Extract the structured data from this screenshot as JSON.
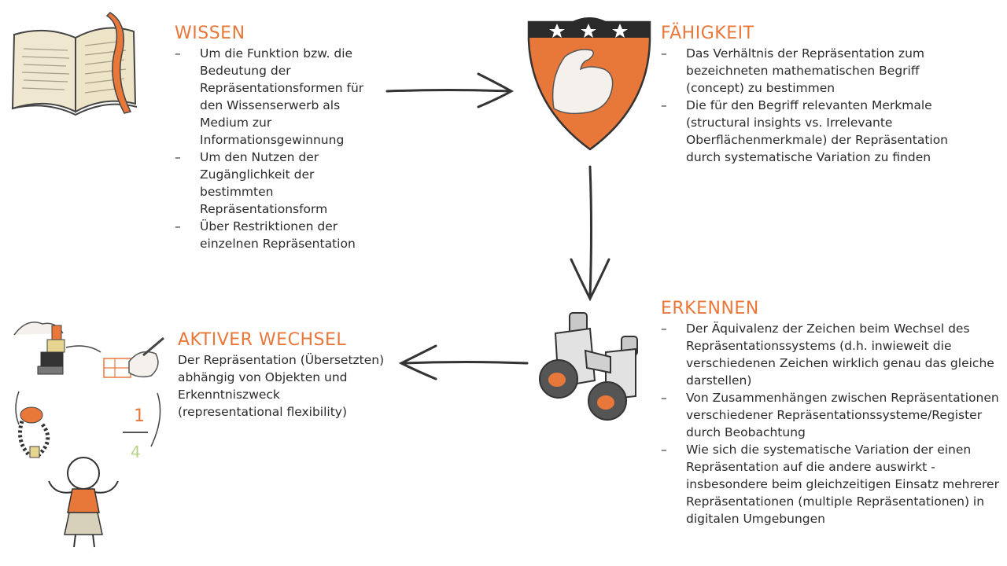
{
  "wissen": {
    "title": "WISSEN",
    "items": [
      "Um die Funktion bzw. die Bedeutung der Repräsentationsformen für den Wissenserwerb als Medium zur Informationsgewinnung",
      "Um den Nutzen der Zugänglichkeit der bestimmten Repräsentationsform",
      "Über Restriktionen der einzelnen Repräsentation"
    ]
  },
  "faehigkeit": {
    "title": "FÄHIGKEIT",
    "items": [
      "Das Verhältnis der Repräsentation zum bezeichneten mathematischen Begriff (concept) zu bestimmen",
      "Die für den Begriff relevanten Merkmale (structural insights vs. Irrelevante Oberflächenmerkmale) der Repräsentation durch systematische Variation zu finden"
    ]
  },
  "erkennen": {
    "title": "ERKENNEN",
    "items": [
      "Der Äquivalenz der Zeichen beim Wechsel des Repräsentationssystems (d.h. inwieweit die verschiedenen Zeichen wirklich genau das gleiche darstellen)",
      "Von Zusammenhängen zwischen Repräsentationen verschiedener Repräsentationssysteme/Register durch Beobachtung",
      "Wie sich die systematische Variation der einen Repräsentation auf die andere auswirkt - insbesondere beim gleichzeitigen Einsatz mehrerer Repräsentationen (multiple Repräsentationen) in digitalen Umgebungen"
    ]
  },
  "wechsel": {
    "title": "AKTIVER WECHSEL",
    "text": "Der Repräsentation (Übersetzten) abhängig von Objekten und Erkenntniszweck (representational flexibility)"
  },
  "illustration": {
    "fraction_numerator": "1",
    "fraction_denominator": "4"
  },
  "colors": {
    "accent": "#e8773a",
    "ink": "#2b2b2b"
  },
  "icons": [
    "open-book-icon",
    "shield-flexed-arm-icon",
    "binoculars-icon",
    "juggling-figure-icon"
  ]
}
